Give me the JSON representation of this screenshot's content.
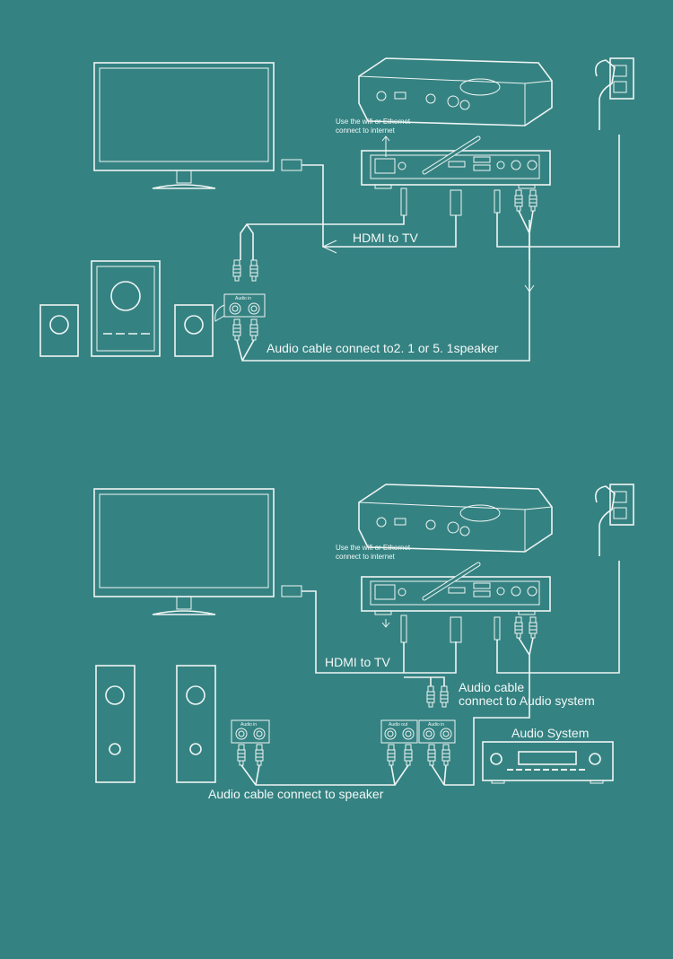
{
  "colors": {
    "background": "#358282",
    "line": "#eef5f4"
  },
  "top_diagram": {
    "internet_note_line1": "Use the wifi or Ethernet",
    "internet_note_line2": "connect to internet",
    "hdmi_label": "HDMI to TV",
    "audio_in_port": "Audio in",
    "speaker_cable_label": "Audio cable connect to2. 1 or 5. 1speaker"
  },
  "bottom_diagram": {
    "internet_note_line1": "Use the wifi or Ethernet",
    "internet_note_line2": "connect to internet",
    "hdmi_label": "HDMI to TV",
    "audio_cable_line1": "Audio cable",
    "audio_cable_line2": "connect to Audio system",
    "audio_system_label": "Audio System",
    "audio_in_port": "Audio in",
    "audio_out_port": "Audio out",
    "speaker_cable_label": "Audio cable connect to speaker"
  }
}
